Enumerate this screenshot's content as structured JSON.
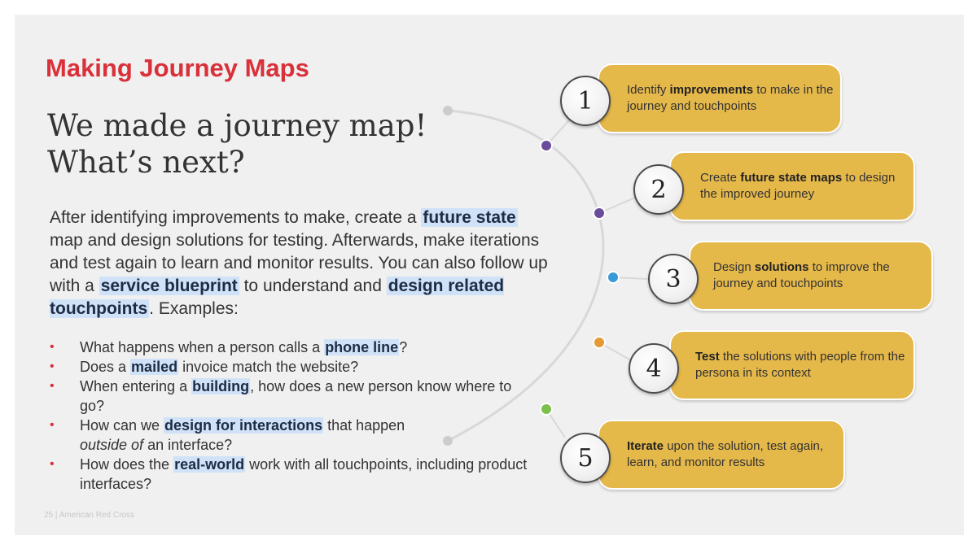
{
  "slide": {
    "title": "Making Journey Maps",
    "heading_line1": "We made a journey map!",
    "heading_line2": "What’s next?",
    "intro": {
      "p1": "After identifying improvements to make, create a ",
      "h1": "future state",
      "p2": " map and design solutions for testing. Afterwards, make iterations and test again to learn and monitor results. You can also follow up with a ",
      "h2": "service blueprint",
      "p3": " to understand and ",
      "h3": "design related touchpoints",
      "p4": ". Examples:"
    },
    "bullets": [
      {
        "a": "What happens when a person calls a ",
        "h": "phone line",
        "b": "?"
      },
      {
        "a": "Does a ",
        "h": "mailed",
        "b": " invoice match the website?"
      },
      {
        "a": "When entering a ",
        "h": "building",
        "b": ", how does a new person know where to go?"
      },
      {
        "a": "How can we ",
        "h": "design for interactions",
        "b": " that happen ",
        "i": "outside of",
        "c": " an interface?"
      },
      {
        "a": "How does the ",
        "h": "real-world",
        "b": " work with all touchpoints, including product interfaces?"
      }
    ],
    "bullet_symbol": "•",
    "footer": "25  |  American Red Cross",
    "steps": [
      {
        "num": "1",
        "pre": "Identify ",
        "bold": "improvements",
        "post": " to make in the journey and touchpoints"
      },
      {
        "num": "2",
        "pre": "Create ",
        "bold": "future state maps",
        "post": " to design the improved journey"
      },
      {
        "num": "3",
        "pre": "Design ",
        "bold": "solutions",
        "post": " to improve the journey and touchpoints"
      },
      {
        "num": "4",
        "pre": "",
        "bold": "Test",
        "post": " the solutions with people from the persona in its context"
      },
      {
        "num": "5",
        "pre": "",
        "bold": "Iterate",
        "post": " upon the solution, test again, learn, and monitor results"
      }
    ],
    "colors": {
      "title": "#d9303a",
      "box": "#e5b84a",
      "highlight": "#cfe2f7",
      "dot1": "#6b4c9a",
      "dot2": "#6b4c9a",
      "dot3": "#3a9ad9",
      "dot4": "#e59a35",
      "dot5": "#7cbf4d"
    }
  }
}
